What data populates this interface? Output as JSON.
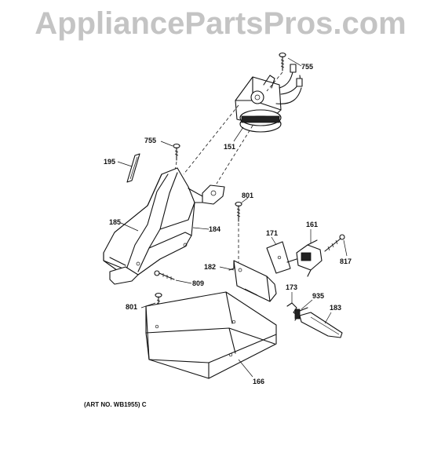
{
  "watermark": "AppliancePartsPros.com",
  "art_number": "(ART NO. WB1955) C",
  "callouts": {
    "c755_top": "755",
    "c151": "151",
    "c755_left": "755",
    "c195": "195",
    "c185": "185",
    "c184": "184",
    "c801_mid": "801",
    "c171": "171",
    "c161": "161",
    "c817": "817",
    "c182": "182",
    "c809": "809",
    "c173": "173",
    "c935": "935",
    "c183": "183",
    "c801_bottom": "801",
    "c166": "166"
  }
}
